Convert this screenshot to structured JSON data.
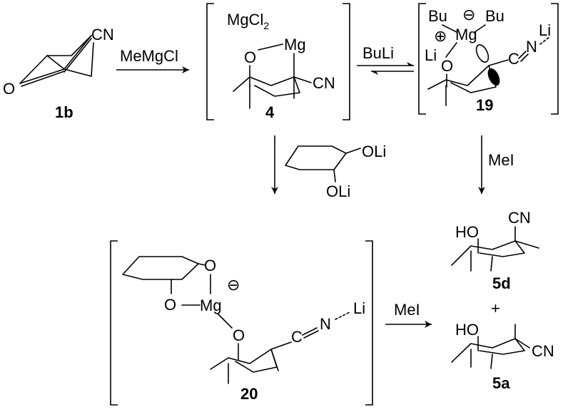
{
  "compounds": {
    "c1b": {
      "id": "1b",
      "atoms": {
        "O": "O",
        "CN": "CN"
      }
    },
    "c4": {
      "id": "4",
      "atoms": {
        "MgCl2": "MgCl",
        "MgCl2_sub": "2",
        "Mg": "Mg",
        "O": "O",
        "CN": "CN"
      }
    },
    "c19": {
      "id": "19",
      "atoms": {
        "Bu1": "Bu",
        "Bu2": "Bu",
        "minus": "⊖",
        "plus": "⊕",
        "Mg": "Mg",
        "Li1": "Li",
        "Li2": "Li",
        "O": "O",
        "C": "C",
        "N": "N"
      }
    },
    "c20": {
      "id": "20",
      "atoms": {
        "O1": "O",
        "O2": "O",
        "O3": "O",
        "Mg": "Mg",
        "minus": "⊖",
        "C": "C",
        "N": "N",
        "Li": "Li"
      }
    },
    "c5d": {
      "id": "5d",
      "atoms": {
        "HO": "HO",
        "CN": "CN"
      }
    },
    "c5a": {
      "id": "5a",
      "atoms": {
        "HO": "HO",
        "CN": "CN"
      }
    },
    "diol": {
      "atoms": {
        "OLi1": "OLi",
        "OLi2": "OLi"
      }
    }
  },
  "reagents": {
    "r1": "MeMgCl",
    "r2": "BuLi",
    "r3": "MeI",
    "r4": "MeI"
  },
  "plus_sign": "+"
}
